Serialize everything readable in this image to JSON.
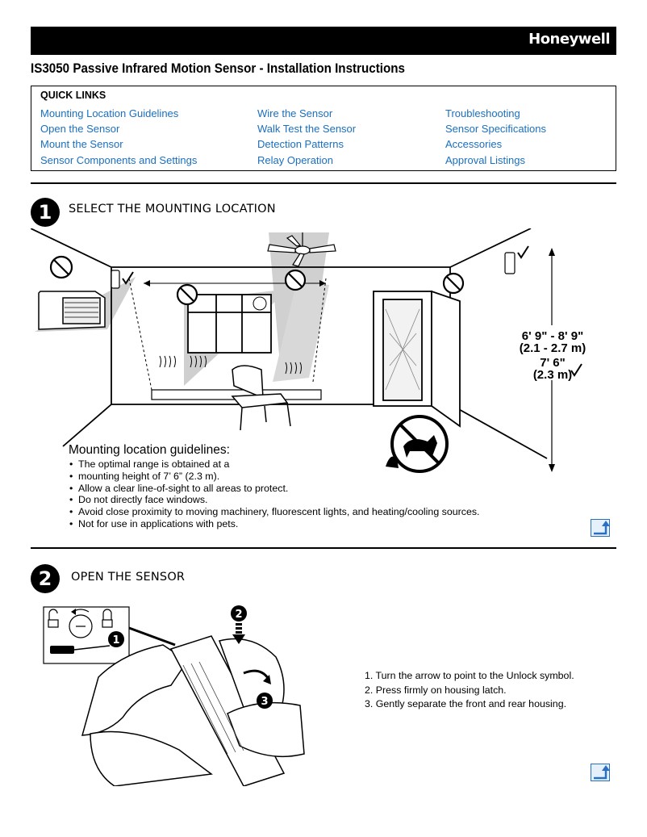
{
  "header": {
    "brand": "Honeywell"
  },
  "title": "IS3050 Passive Infrared Motion Sensor  -  Installation Instructions",
  "quick_links": {
    "heading": "QUICK LINKS",
    "columns": [
      [
        "Mounting Location Guidelines",
        "Open the Sensor",
        "Mount the Sensor",
        "Sensor Components and Settings"
      ],
      [
        "Wire the Sensor",
        "Walk Test the Sensor",
        "Detection Patterns",
        "Relay Operation"
      ],
      [
        "Troubleshooting",
        "Sensor Specifications",
        "Accessories",
        "Approval Listings"
      ]
    ]
  },
  "section1": {
    "number": "1",
    "title": "SELECT THE MOUNTING LOCATION",
    "height_range": "6' 9\" - 8' 9\"",
    "height_range_m": "(2.1 - 2.7 m)",
    "optimal": "7' 6\"",
    "optimal_m": "(2.3 m)",
    "guidelines_title": "Mounting location guidelines:",
    "guidelines": [
      "The optimal range is obtained at a",
      "  mounting height of 7’ 6” (2.3 m).",
      "Allow a clear line-of-sight to all areas to protect.",
      "Do not directly face windows.",
      "Avoid close proximity to moving machinery, fluorescent lights, and heating/cooling sources.",
      "Not for use in applications with pets."
    ]
  },
  "section2": {
    "number": "2",
    "title": "OPEN THE SENSOR",
    "callouts": [
      "1",
      "2",
      "3"
    ],
    "steps": [
      "1.  Turn the arrow to point to the Unlock symbol.",
      "2.  Press firmly on housing latch.",
      "3.  Gently separate the front and rear housing."
    ]
  }
}
